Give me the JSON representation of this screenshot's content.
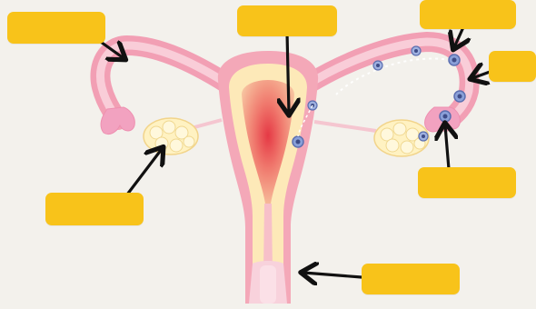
{
  "labels": [
    {
      "id": "label-top-left",
      "text": ""
    },
    {
      "id": "label-top-center",
      "text": ""
    },
    {
      "id": "label-top-right",
      "text": ""
    },
    {
      "id": "label-right",
      "text": ""
    },
    {
      "id": "label-left",
      "text": ""
    },
    {
      "id": "label-lower-right",
      "text": ""
    },
    {
      "id": "label-bottom",
      "text": ""
    }
  ],
  "colors": {
    "background": "#f3f1ec",
    "label_fill": "#f8c31a",
    "tissue_outer": "#f4a8b8",
    "tissue_inner": "#fde9b8",
    "lining": "#e8454a",
    "ovary": "#fff2c2",
    "arrow": "#111111"
  }
}
